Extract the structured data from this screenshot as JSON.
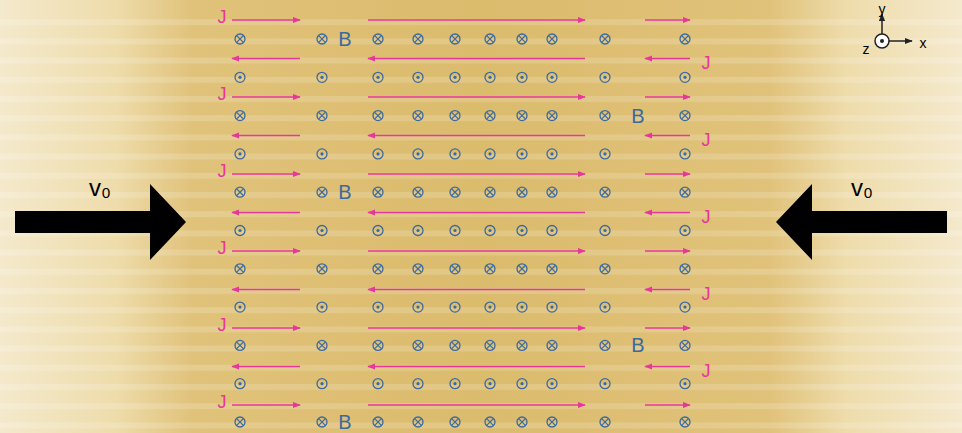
{
  "diagram": {
    "labels": [
      "J",
      "J",
      "J",
      "J",
      "J",
      "J",
      "J",
      "J",
      "J",
      "J",
      "J",
      "B",
      "B",
      "B",
      "B",
      "B",
      "v₀",
      "v₀",
      "y",
      "x",
      "z"
    ]
  }
}
